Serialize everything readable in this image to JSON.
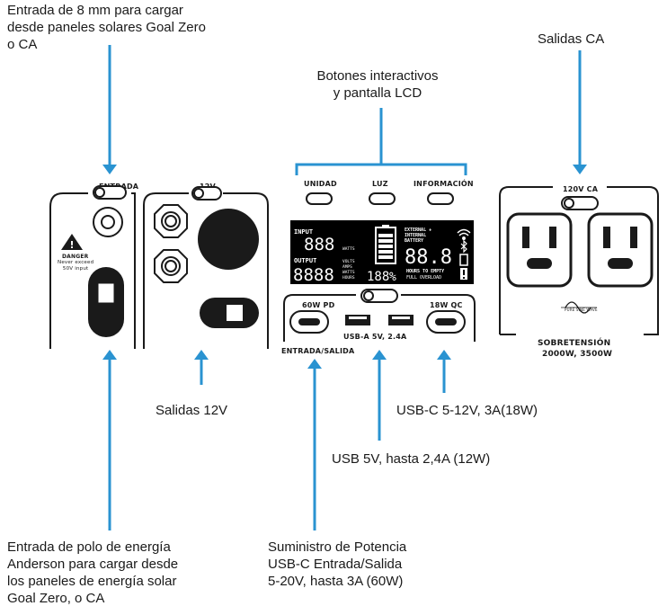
{
  "callouts": {
    "input_8mm": "Entrada de 8 mm para cargar\ndesde paneles solares Goal Zero\no CA",
    "buttons_lcd": "Botones interactivos\ny pantalla LCD",
    "ac_outputs": "Salidas CA",
    "outputs_12v": "Salidas 12V",
    "usbc_qc": "USB-C 5-12V, 3A(18W)",
    "usb_5v": "USB 5V, hasta 2,4A (12W)",
    "anderson": "Entrada de polo de energía\nAnderson para cargar desde\nlos paneles de energía solar\nGoal Zero, o CA",
    "usbc_pd": "Suministro de Potencia\nUSB-C Entrada/Salida\n5-20V, hasta 3A (60W)"
  },
  "panel_labels": {
    "entrada": "ENTRADA",
    "twelve_v": "12V",
    "unidad": "UNIDAD",
    "luz": "LUZ",
    "informacion": "INFORMACIÓN",
    "ac_120v": "120V CA",
    "usb_60w": "60W PD",
    "usb_18w": "18W QC",
    "usb_a": "USB-A 5V, 2.4A",
    "entrada_salida": "ENTRADA/SALIDA",
    "sobretension": "SOBRETENSIÓN",
    "sobretension_values": "2000W, 3500W",
    "danger_title": "DANGER",
    "danger_body": "Never exceed\n50V input",
    "pure_sine": "PURE SINE WAVE"
  },
  "lcd": {
    "input": "INPUT",
    "input_digits": "888",
    "watts": "WATTS",
    "output": "OUTPUT",
    "output_digits": "8888",
    "volts": "VOLTS",
    "amps": "AMPS",
    "watts2": "WATTS",
    "hours": "HOURS",
    "percent_digits": "188",
    "percent_sign": "%",
    "external": "EXTERNAL +",
    "internal": "INTERNAL",
    "battery": "BATTERY",
    "big_digits": "88.8",
    "hours_to_empty": "HOURS TO EMPTY",
    "full": "FULL",
    "overload": "OVERLOAD"
  },
  "colors": {
    "arrow": "#2a93d1",
    "outline": "#1a1a1a",
    "lcd_bg": "#000000"
  }
}
